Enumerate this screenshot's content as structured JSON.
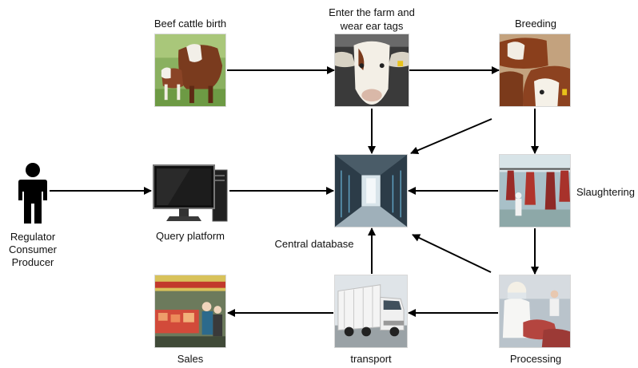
{
  "nodes": {
    "birth": "Beef cattle birth",
    "farm_line1": "Enter the farm and",
    "farm_line2": "wear ear tags",
    "breeding": "Breeding",
    "slaughtering": "Slaughtering",
    "processing": "Processing",
    "transport": "transport",
    "sales": "Sales",
    "query_platform": "Query platform",
    "central_database": "Central database"
  },
  "users": [
    "Regulator",
    "Consumer",
    "Producer"
  ],
  "icons": {
    "birth": "cow-and-calf-photo",
    "farm": "cow-with-ear-tag-photo",
    "breeding": "cattle-herd-photo",
    "slaughtering": "slaughterhouse-photo",
    "processing": "meat-processing-photo",
    "transport": "refrigerated-truck-photo",
    "sales": "meat-counter-photo",
    "query_platform": "computer-monitor-icon",
    "central_database": "server-room-photo",
    "users": "person-icon"
  },
  "colors": {
    "arrow": "#000000",
    "person": "#000000"
  }
}
